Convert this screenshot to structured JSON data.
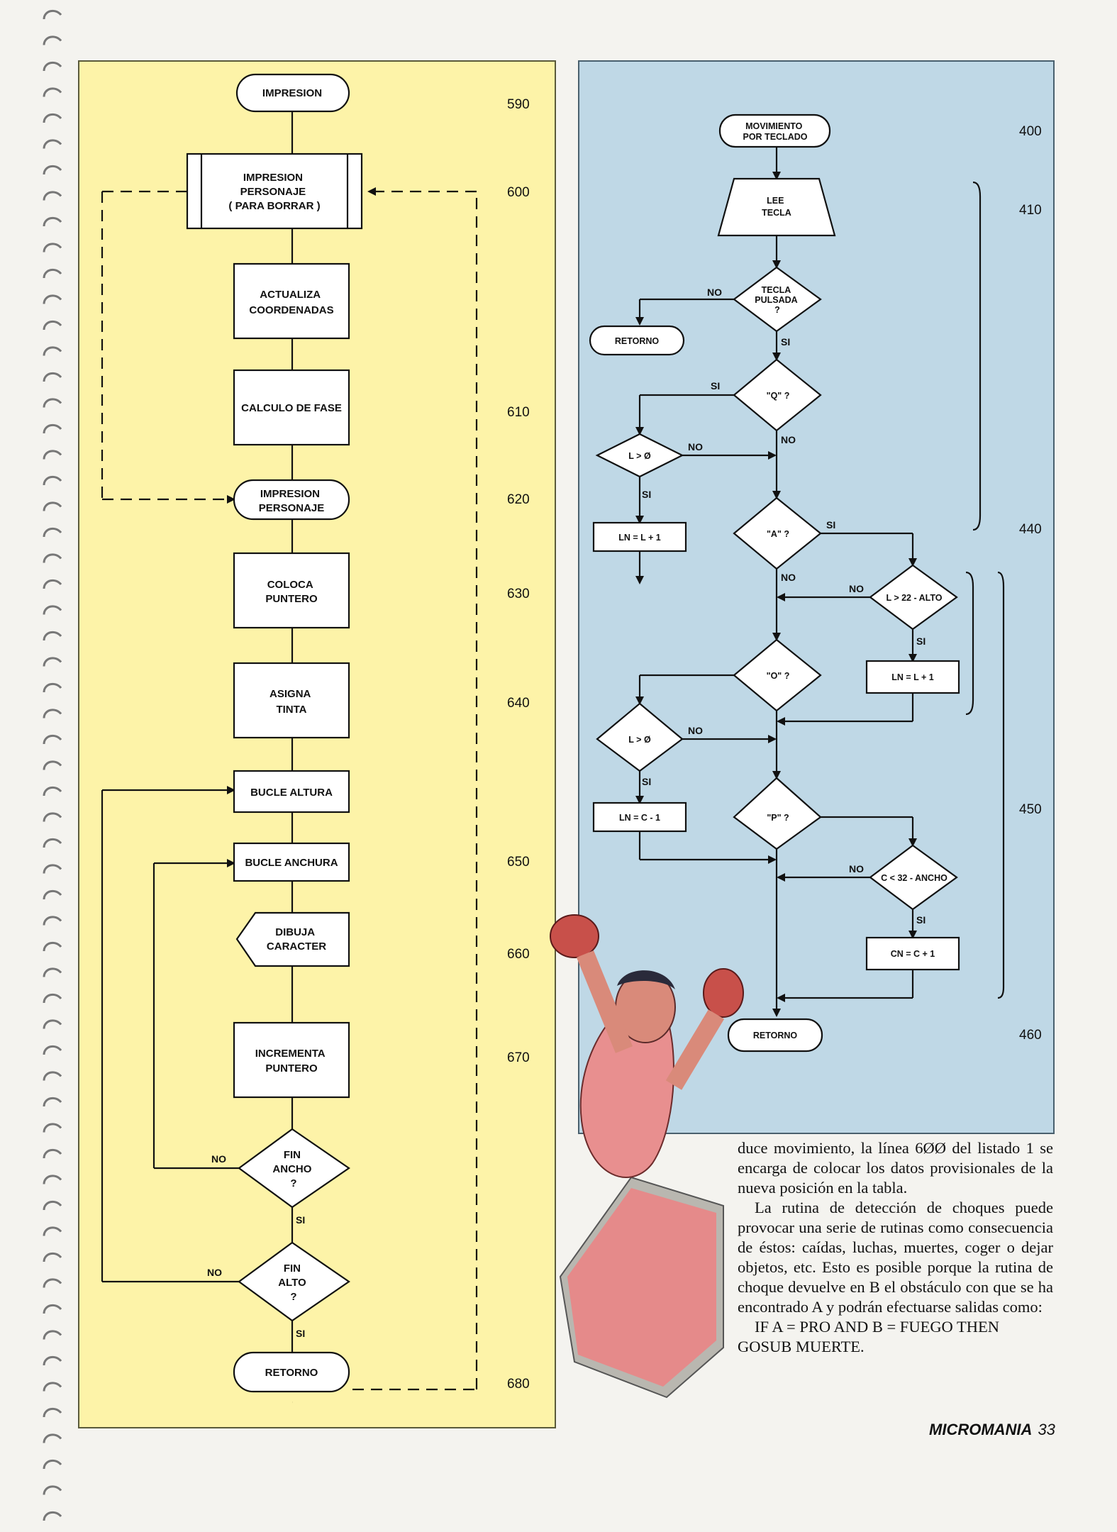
{
  "left_flowchart": {
    "nodes": [
      {
        "id": "impresion",
        "lines": [
          "IMPRESION"
        ]
      },
      {
        "id": "impresion-personaje-borrar",
        "lines": [
          "IMPRESION",
          "PERSONAJE",
          "( PARA BORRAR )"
        ]
      },
      {
        "id": "actualiza-coordenadas",
        "lines": [
          "ACTUALIZA",
          "COORDENADAS"
        ]
      },
      {
        "id": "calculo-fase",
        "lines": [
          "CALCULO DE FASE"
        ]
      },
      {
        "id": "impresion-personaje",
        "lines": [
          "IMPRESION",
          "PERSONAJE"
        ]
      },
      {
        "id": "coloca-puntero",
        "lines": [
          "COLOCA",
          "PUNTERO"
        ]
      },
      {
        "id": "asigna-tinta",
        "lines": [
          "ASIGNA",
          "TINTA"
        ]
      },
      {
        "id": "bucle-altura",
        "lines": [
          "BUCLE ALTURA"
        ]
      },
      {
        "id": "bucle-anchura",
        "lines": [
          "BUCLE ANCHURA"
        ]
      },
      {
        "id": "dibuja-caracter",
        "lines": [
          "DIBUJA",
          "CARACTER"
        ]
      },
      {
        "id": "incrementa-puntero",
        "lines": [
          "INCREMENTA",
          "PUNTERO"
        ]
      },
      {
        "id": "fin-ancho",
        "lines": [
          "FIN",
          "ANCHO",
          "?"
        ]
      },
      {
        "id": "fin-alto",
        "lines": [
          "FIN",
          "ALTO",
          "?"
        ]
      },
      {
        "id": "retorno",
        "lines": [
          "RETORNO"
        ]
      }
    ],
    "line_numbers": [
      "590",
      "600",
      "610",
      "620",
      "630",
      "640",
      "650",
      "660",
      "670",
      "680"
    ],
    "labels": {
      "no": "NO",
      "si": "SI"
    }
  },
  "right_flowchart": {
    "nodes": [
      {
        "id": "movimiento-teclado",
        "lines": [
          "MOVIMIENTO",
          "POR TECLADO"
        ]
      },
      {
        "id": "lee-tecla",
        "lines": [
          "LEE",
          "TECLA"
        ]
      },
      {
        "id": "tecla-pulsada",
        "lines": [
          "TECLA",
          "PULSADA",
          "?"
        ]
      },
      {
        "id": "retorno-1",
        "lines": [
          "RETORNO"
        ]
      },
      {
        "id": "q",
        "lines": [
          "\"Q\" ?"
        ]
      },
      {
        "id": "l-gt-0-a",
        "lines": [
          "L > Ø"
        ]
      },
      {
        "id": "ln-l-plus",
        "lines": [
          "LN = L + 1"
        ]
      },
      {
        "id": "a",
        "lines": [
          "\"A\" ?"
        ]
      },
      {
        "id": "l-gt-22",
        "lines": [
          "L > 22 - ALTO"
        ]
      },
      {
        "id": "ln-l-plus-2",
        "lines": [
          "LN = L + 1"
        ]
      },
      {
        "id": "o",
        "lines": [
          "\"O\" ?"
        ]
      },
      {
        "id": "l-gt-0-b",
        "lines": [
          "L > Ø"
        ]
      },
      {
        "id": "ln-c-minus",
        "lines": [
          "LN = C - 1"
        ]
      },
      {
        "id": "p",
        "lines": [
          "\"P\" ?"
        ]
      },
      {
        "id": "c-lt-32",
        "lines": [
          "C < 32 - ANCHO"
        ]
      },
      {
        "id": "cn-c-plus",
        "lines": [
          "CN = C + 1"
        ]
      },
      {
        "id": "retorno-2",
        "lines": [
          "RETORNO"
        ]
      }
    ],
    "line_numbers": [
      "400",
      "410",
      "440",
      "450",
      "460"
    ],
    "labels": {
      "no": "NO",
      "si": "SI"
    }
  },
  "body_text": {
    "p1": "duce movimiento, la línea 6ØØ del listado 1 se encarga de colocar los datos provisionales de la nueva posición en la tabla.",
    "p2": "La rutina de detección de choques puede provocar una serie de rutinas como consecuencia de éstos: caídas, luchas, muertes, coger o dejar objetos, etc. Esto es posible porque la rutina de choque devuelve en B el obstáculo con que se ha encontrado A y podrán efectuarse salidas como:",
    "code": "IF A = PRO AND B = FUEGO THEN GOSUB MUERTE."
  },
  "footer": {
    "magazine": "MICROMANIA",
    "page": "33"
  },
  "colors": {
    "yellow_panel": "#fdf3a8",
    "blue_panel": "#bfd8e6",
    "ink": "#111111"
  }
}
